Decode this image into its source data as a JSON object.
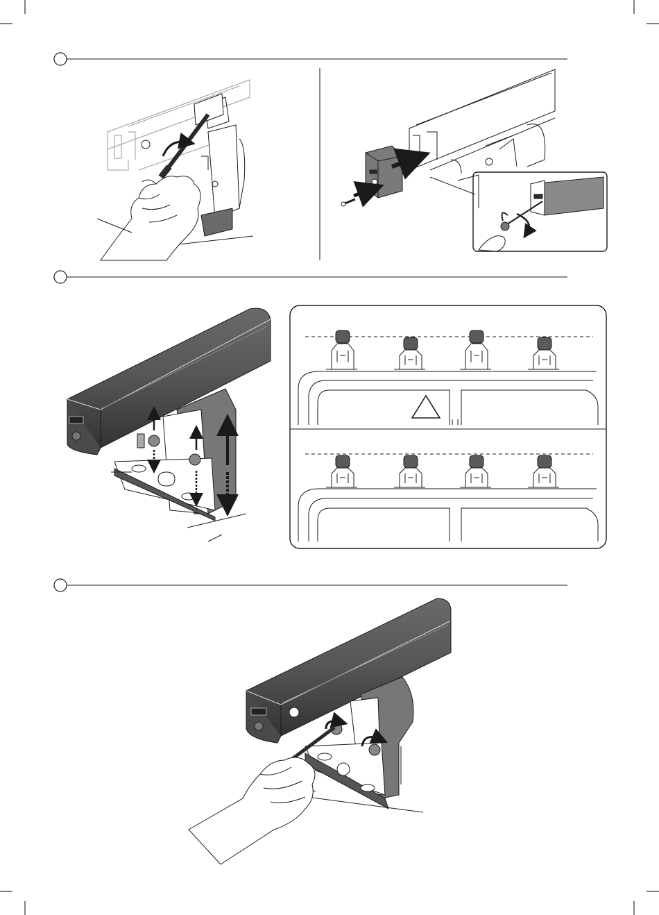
{
  "page": {
    "background": "#ffffff",
    "line_color": "#1a1a1a",
    "bar_dark": "#3a3a3a",
    "bar_mid": "#5a5a5a",
    "pad_gray": "#6a6a6a"
  },
  "steps": [
    {
      "id": "step-1",
      "number": ""
    },
    {
      "id": "step-2",
      "number": ""
    },
    {
      "id": "step-3",
      "number": ""
    }
  ],
  "icons": {
    "warning": "warning-triangle-icon",
    "rotate": "rotate-arrow-icon",
    "push": "push-arrow-icon",
    "updown": "up-down-arrow-icon"
  }
}
